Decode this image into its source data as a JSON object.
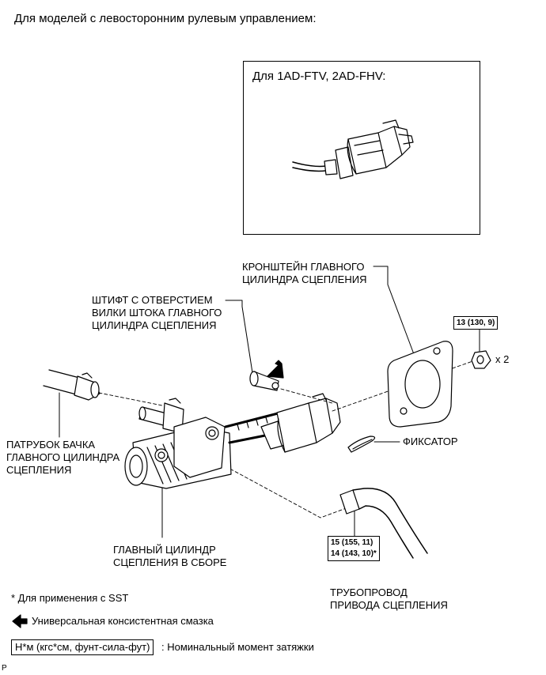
{
  "header": {
    "title": "Для моделей с левосторонним рулевым управлением:"
  },
  "inset": {
    "title": "Для 1AD-FTV, 2AD-FHV:"
  },
  "labels": {
    "bracket_line1": "КРОНШТЕЙН ГЛАВНОГО",
    "bracket_line2": "ЦИЛИНДРА СЦЕПЛЕНИЯ",
    "pin_line1": "ШТИФТ С ОТВЕРСТИЕМ",
    "pin_line2": "ВИЛКИ ШТОКА ГЛАВНОГО",
    "pin_line3": "ЦИЛИНДРА СЦЕПЛЕНИЯ",
    "clip": "ФИКСАТОР",
    "hose_line1": "ПАТРУБОК БАЧКА",
    "hose_line2": "ГЛАВНОГО ЦИЛИНДРА",
    "hose_line3": "СЦЕПЛЕНИЯ",
    "assy_line1": "ГЛАВНЫЙ ЦИЛИНДР",
    "assy_line2": "СЦЕПЛЕНИЯ В СБОРЕ",
    "tube_line1": "ТРУБОПРОВОД",
    "tube_line2": "ПРИВОДА СЦЕПЛЕНИЯ",
    "nut_qty": "x 2"
  },
  "torque": {
    "nut": "13 (130, 9)",
    "tube_line1": "15 (155, 11)",
    "tube_line2": "14 (143, 10)*"
  },
  "legend": {
    "sst_note": "* Для применения с SST",
    "grease": "Универсальная консистентная смазка",
    "torque_box": "Н*м (кгс*см, фунт-сила-фут)",
    "torque_desc": ": Номинальный момент затяжки"
  },
  "footer": {
    "letter": "P"
  }
}
